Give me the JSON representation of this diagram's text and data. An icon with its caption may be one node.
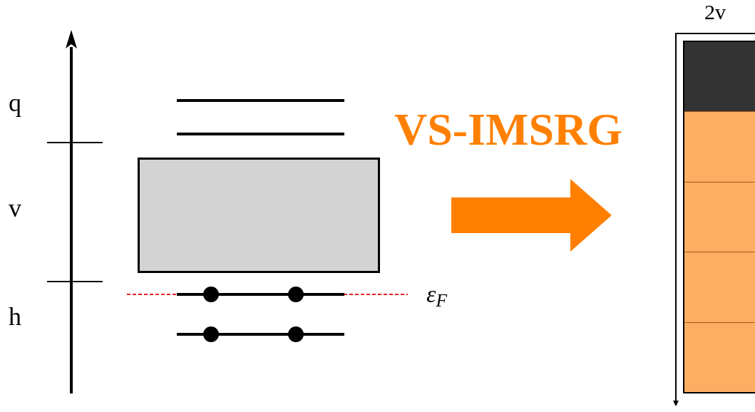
{
  "diagram": {
    "nodes": [
      {
        "text": [],
        "shape": "picture"
      },
      {
        "text": [],
        "shape": "box",
        "in": 0
      },
      {
        "text": [],
        "shape": "picture"
      }
    ],
    "edges": [
      {
        "from": 0,
        "to": 2,
        "arrow": "to",
        "label": "VS-IMSRG",
        "color": "#ff8000"
      }
    ],
    "labels": [
      "q",
      "v",
      "h",
      "ε$_{F}$",
      "2v"
    ]
  }
}
